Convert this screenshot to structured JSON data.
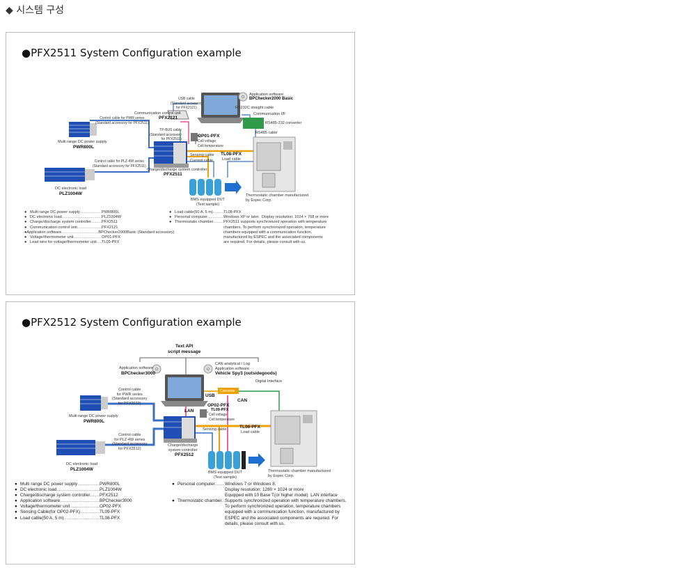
{
  "page": {
    "section_title": "◆ 시스템 구성"
  },
  "diagram1": {
    "title": "●PFX2511 System Configuration example",
    "labels": {
      "usb_cable": "USB cable\n(Standard accessory\nfor PFX2121)",
      "app_software": "Application software",
      "app_software_name": "BPChecker2000 Basic",
      "rs232c": "RS232C straight cable",
      "comm_if": "Communication I/F",
      "rs485_conv": "RS485-232 converter",
      "rs485_cable": "RS485 cable",
      "comm_unit": "Communication control unit",
      "pfx2121": "PFX2121",
      "ctrl_pwr": "Control cable for PWR series\n(Standard accessory for PFX2511)",
      "tp_bus": "TP-BUS cable\n(Standard accessory\nfor PFX2511)",
      "op01": "OP01-PFX",
      "cell_voltage": "Cell voltage\nCell temperature",
      "pwr_desc": "Multi range DC power supply",
      "pwr800l": "PWR800L",
      "ctrl_plz": "Control cable for PLZ-4W series\n(Standard accessory for PFX2511)",
      "sensing": "Sensing cable",
      "current": "Current cable",
      "tl08": "TL08-PFX",
      "load_cable": "Load cable",
      "controller": "Charge/discharge system controller",
      "pfx2511": "PFX2511",
      "plz_desc": "DC electronic load",
      "plz1004w": "PLZ1004W",
      "bms": "BMS equipped DUT\n(Test sample)",
      "chamber": "Thermostatic chamber manufactured\nby Espec Corp."
    },
    "specs_left": [
      {
        "name": "Multi range DC power supply",
        "value": "PWR800L"
      },
      {
        "name": "DC electronic load",
        "value": "PLZ1004W"
      },
      {
        "name": "Charge/discharge system controller",
        "value": "PFX2511"
      },
      {
        "name": "Communication control unit",
        "value": "PFX2121"
      },
      {
        "name": "Application software",
        "value": "BPChecker2000Basic (Standard accessory)"
      },
      {
        "name": "Voltage/thermometer unit",
        "value": "OP01-PFX"
      },
      {
        "name": "Lead wire for voltage/thermometer unit",
        "value": "TL09-PFX"
      }
    ],
    "specs_right": [
      {
        "name": "Load cable(50 A, 5 m)",
        "value": "TL08-PFX"
      },
      {
        "name": "Personal computer",
        "value": "Windows XP or later.  Display resolution: 1024 × 768 or more"
      },
      {
        "name": "Thermostatic chamber",
        "value": "PFX2511 supports synchronized operation with temperature\nchambers. To perform synchronized operation, temperature\nchambers equipped with a communication function,\nmanufactured by ESPEC and the associated components\nare required. For details, please consult with us."
      }
    ]
  },
  "diagram2": {
    "title": "●PFX2512 System Configuration example",
    "labels": {
      "text_api": "Text API\nscript message",
      "app_software": "Application software",
      "bpchecker3000": "BPChecker3000",
      "can_app": "CAN analytical / Log\nApplication software",
      "vehicle_spy": "Vehicle Spy3 (outsidegoods)",
      "digital_if": "Digital Interface",
      "converter": "Converter",
      "usb": "USB",
      "can": "CAN",
      "lan": "LAN",
      "ctrl_pwr": "Control cable\nfor PWR series\n(Standard accessory\nfor PFX2512)",
      "pwr_desc": "Multi range DC power supply",
      "pwr800l": "PWR800L",
      "op02": "OP02-PFX",
      "tl09": "TL09-PFX",
      "cell_voltage": "Cell voltage\nCell temperature",
      "sensing": "Sensing cable",
      "tl08": "TL08-PFX",
      "load_cable": "Load cable",
      "ctrl_plz": "Control cable\nfor PLZ-4W series\n(Standard accessory\nfor PFX2512)",
      "controller": "Charge/discharge\nsystem controller",
      "pfx2512": "PFX2512",
      "plz_desc": "DC electronic load",
      "plz1004w": "PLZ1004W",
      "bms": "BMS equipped DUT\n(Test sample)",
      "chamber": "Thermostatic chamber manufactured\nby Espec Corp."
    },
    "specs_left": [
      {
        "name": "Multi range DC power supply",
        "value": "PWR800L"
      },
      {
        "name": "DC electronic load",
        "value": "PLZ1004W"
      },
      {
        "name": "Charge/discharge system controller",
        "value": "PFX2512"
      },
      {
        "name": "Application software",
        "value": "BPChecker3000"
      },
      {
        "name": "Voltage/thermometer unit",
        "value": "OP02-PFX"
      },
      {
        "name": "Sensing Cable(for OP02-PFX)",
        "value": "TL09-PFX"
      },
      {
        "name": "Load cable(50 A, 5 m)",
        "value": "TL08-PFX"
      }
    ],
    "specs_right": [
      {
        "name": "Personal computer",
        "value": "Windows 7 or Windows 8.\nDisplay resolution: 1280 × 1024 or more\nEquipped with 10 Base T(or higher model)  LAN interface"
      },
      {
        "name": "Thermostatic chamber",
        "value": "Supports synchronized operation with temperature chambers.\nTo perform synchronized operation, temperature chambers\nequipped with a communication function, manufactured by\nESPEC and the associated components are required. For\ndetails, please consult with us."
      }
    ]
  },
  "colors": {
    "blue_cable": "#3a6fc4",
    "orange_cable": "#f0a000",
    "pink_cable": "#e0307a",
    "green_cable": "#2e9a4a",
    "instrument_blue": "#1f4fb5",
    "pc_gray": "#666666"
  }
}
